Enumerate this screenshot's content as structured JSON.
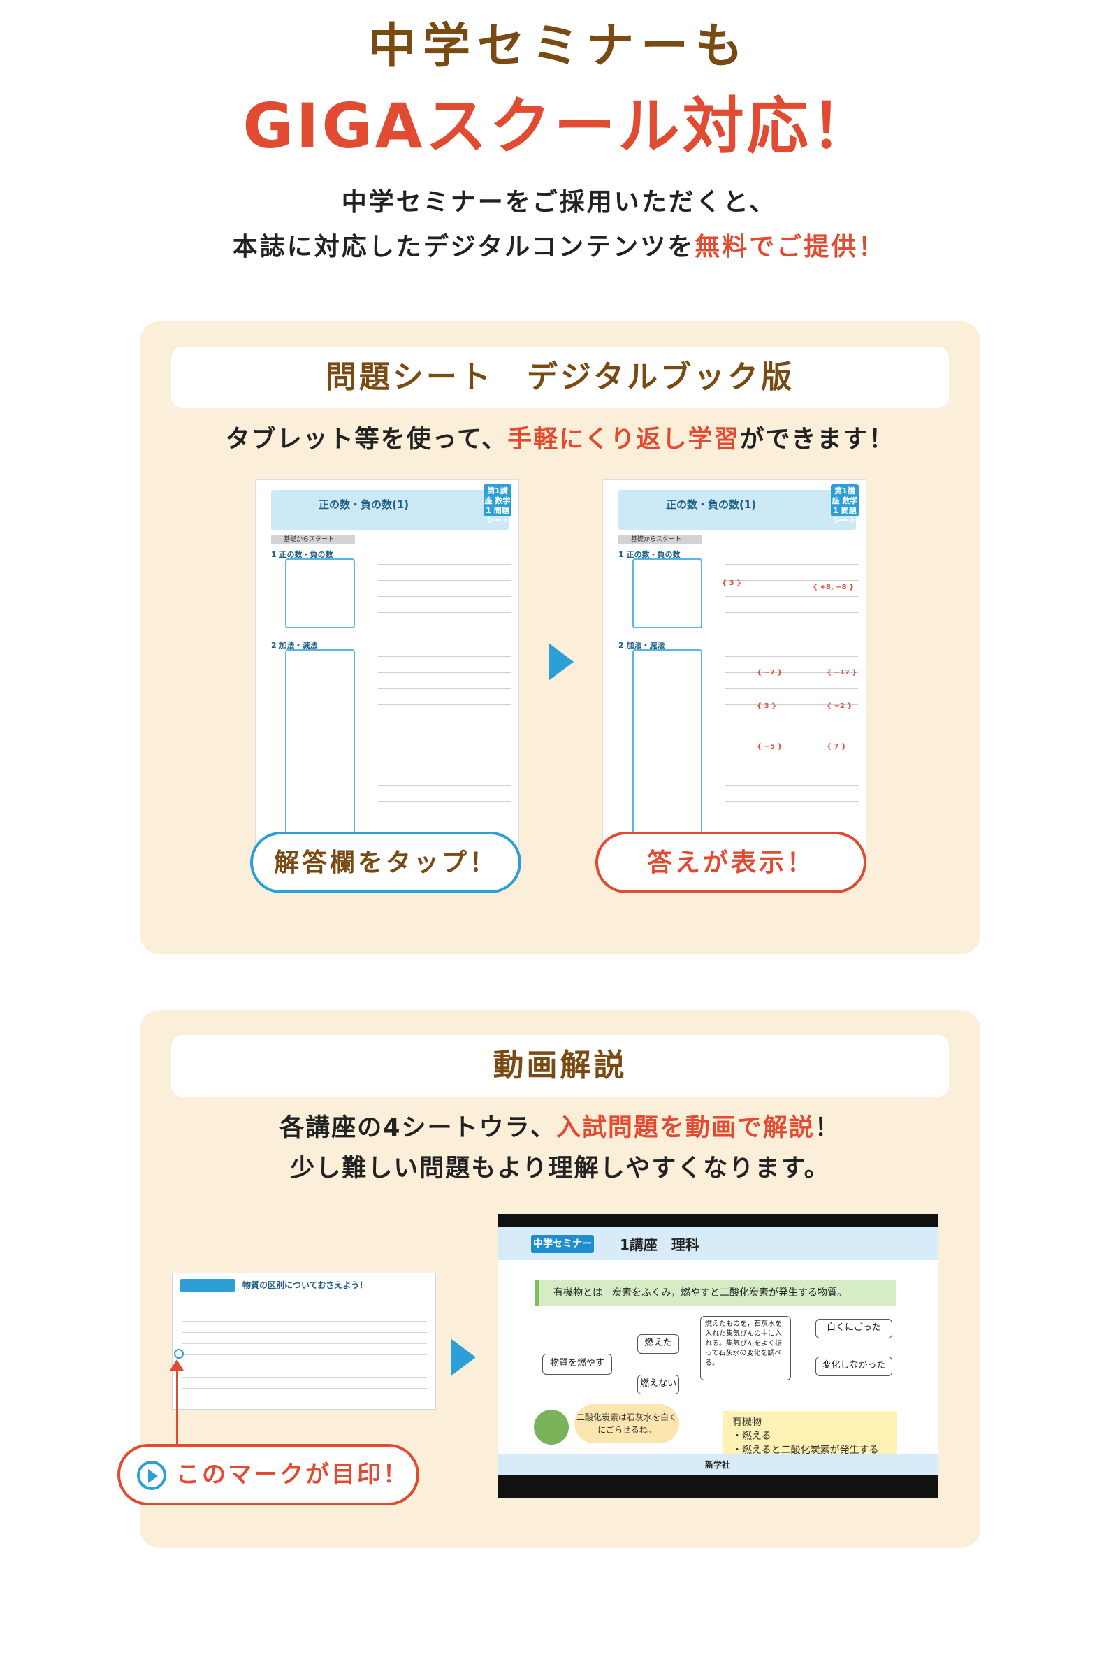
{
  "header": {
    "title_line1": "中学セミナーも",
    "title_line2": "GIGAスクール対応！",
    "intro_line1": "中学セミナーをご採用いただくと、",
    "intro_line2_a": "本誌に対応したデジタルコンテンツを",
    "intro_line2_b": "無料でご提供！"
  },
  "section1": {
    "title": "問題シート　デジタルブック版",
    "desc_a": "タブレット等を使って、",
    "desc_b": "手軽にくり返し学習",
    "desc_c": "ができます！",
    "sheet_title": "正の数・負の数(1)",
    "sheet_badge": "第1講座 数学 1 問題シート",
    "sheet_sub": "基礎からスタート",
    "sec1": "1 正の数・負の数",
    "sec2": "2 加法・減法",
    "ans1": "{ +8, −8 }",
    "ans2": "{ 3 }",
    "ans3": "{ −7 }",
    "ans4": "{ −17 }",
    "ans5": "{ 3 }",
    "ans6": "{ −2 }",
    "ans7": "{ −5 }",
    "ans8": "{ 7 }",
    "pill_left": "解答欄をタップ！",
    "pill_right": "答えが表示！"
  },
  "section2": {
    "title": "動画解説",
    "desc_a": "各講座の4シートウラ、",
    "desc_b": "入試問題を動画で解説",
    "desc_c": "！",
    "desc_line2": "少し難しい問題もより理解しやすくなります。",
    "mini_title": "物質の区別についておさえよう！",
    "mark_label": "このマークが目印！",
    "video": {
      "logo": "中学セミナー",
      "title": "1講座　理科",
      "definition": "有機物とは　炭素をふくみ，燃やすと二酸化炭素が発生する物質。",
      "box_burn": "物質を燃やす",
      "box_burned": "燃えた",
      "box_not_burned": "燃えない",
      "box_explain": "燃えたものを，石灰水を入れた集気びんの中に入れる。集気びんをよく振って石灰水の変化を調べる。",
      "box_cloudy": "白くにごった",
      "box_unchanged": "変化しなかった",
      "bubble": "二酸化炭素は石灰水を白くにごらせるね。",
      "note_title": "有機物",
      "note_1": "・燃える",
      "note_2": "・燃えると二酸化炭素が発生する",
      "footer": "新学社"
    }
  },
  "colors": {
    "brown": "#7a4a13",
    "red": "#e14b32",
    "blue": "#2b9fd6",
    "card_bg": "#fcefd9"
  }
}
